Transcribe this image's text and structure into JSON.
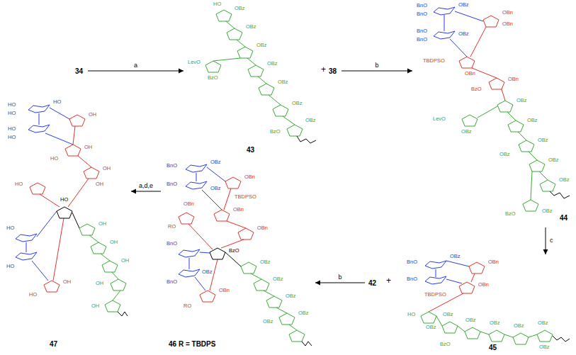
{
  "diagram": {
    "nodes": [
      {
        "text": [
          "34"
        ]
      },
      {
        "text": [
          "43"
        ]
      },
      {
        "text": [
          "38"
        ]
      },
      {
        "text": [
          "44"
        ]
      },
      {
        "text": [
          "45"
        ]
      },
      {
        "text": [
          "42"
        ]
      },
      {
        "text": [
          "46 R = TBDPS"
        ]
      },
      {
        "text": [
          "47"
        ]
      }
    ],
    "edges": [
      {
        "from": 0,
        "to": 1,
        "arrow": "to",
        "label": "a"
      },
      {
        "from": 2,
        "to": 3,
        "arrow": "to",
        "label": "b"
      },
      {
        "from": 3,
        "to": 4,
        "arrow": "to",
        "label": "c"
      },
      {
        "from": 5,
        "to": 6,
        "arrow": "to",
        "label": "b"
      },
      {
        "from": 6,
        "to": 7,
        "arrow": "to",
        "label": "a,d,e"
      }
    ],
    "labels": [
      "+",
      "+",
      "HO",
      "OBz",
      "OBz",
      "LevO",
      "OBz",
      "BzO",
      "OBz",
      "OBz",
      "OBz",
      "BzO",
      "OBz",
      "BnO",
      "BnO",
      "OBz",
      "BnO",
      "BnO",
      "OBz",
      "OBn",
      "OBn",
      "TBDPSO",
      "OBn",
      "BzO",
      "OBn",
      "OBz",
      "LevO",
      "OBz",
      "OBz",
      "OBz",
      "OBz",
      "OBz",
      "OBz",
      "BzO",
      "OBz",
      "BnO",
      "OBz",
      "BnO",
      "OBn",
      "OBn",
      "TBDPSO",
      "HO",
      "OBz",
      "OBz",
      "OBz",
      "OBz",
      "OBz",
      "OBz",
      "BzO",
      "OBz",
      "BnO",
      "OBz",
      "BnO",
      "OBz",
      "OBn",
      "TBDPSO",
      "OBn",
      "OBn",
      "RO",
      "OBn",
      "BzO",
      "BnO",
      "BnO",
      "OBz",
      "RO",
      "OBn",
      "OBz",
      "OBz",
      "OBz",
      "OBz",
      "OBz",
      "HO",
      "HO",
      "HO",
      "HO",
      "HO",
      "OH",
      "OH",
      "HO",
      "OH",
      "OH",
      "HO",
      "HO",
      "HO",
      "HO",
      "OH",
      "HO",
      "OH",
      "OH",
      "OH",
      "OH",
      "OH"
    ]
  }
}
